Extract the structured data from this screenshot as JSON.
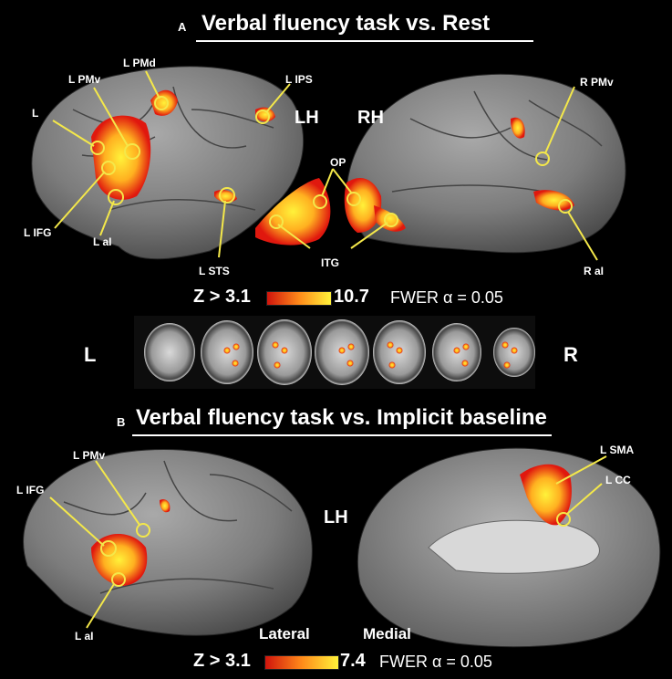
{
  "panel_a": {
    "letter": "A",
    "title": "Verbal fluency task vs. Rest",
    "hemispheres": [
      "LH",
      "RH"
    ],
    "labels": {
      "l": "L",
      "l_pmv": "L PMv",
      "l_pmd": "L PMd",
      "l_ips": "L IPS",
      "l_ifg": "L IFG",
      "l_ai": "L aI",
      "l_sts": "L STS",
      "op": "OP",
      "itg": "ITG",
      "r_pmv": "R PMv",
      "r_ai": "R aI"
    },
    "scale": {
      "min_label": "Z > 3.1",
      "max_label": "10.7",
      "fwer": "FWER α = 0.05"
    },
    "sides": {
      "left": "L",
      "right": "R"
    },
    "axial_slice_count": 7
  },
  "panel_b": {
    "letter": "B",
    "title": "Verbal fluency task vs. Implicit baseline",
    "hemisphere": "LH",
    "labels": {
      "l_pmv": "L PMv",
      "l_ifg": "L IFG",
      "l_ai": "L aI",
      "l_sma": "L SMA",
      "l_cc": "L CC"
    },
    "views": {
      "lateral": "Lateral",
      "medial": "Medial"
    },
    "scale": {
      "min_label": "Z > 3.1",
      "max_label": "7.4",
      "fwer": "FWER α = 0.05"
    }
  },
  "colors": {
    "background": "#000000",
    "cortex": "#8a8a8a",
    "activation_low": "#e01a10",
    "activation_high": "#ffef3a",
    "callout": "#f4e84a"
  }
}
